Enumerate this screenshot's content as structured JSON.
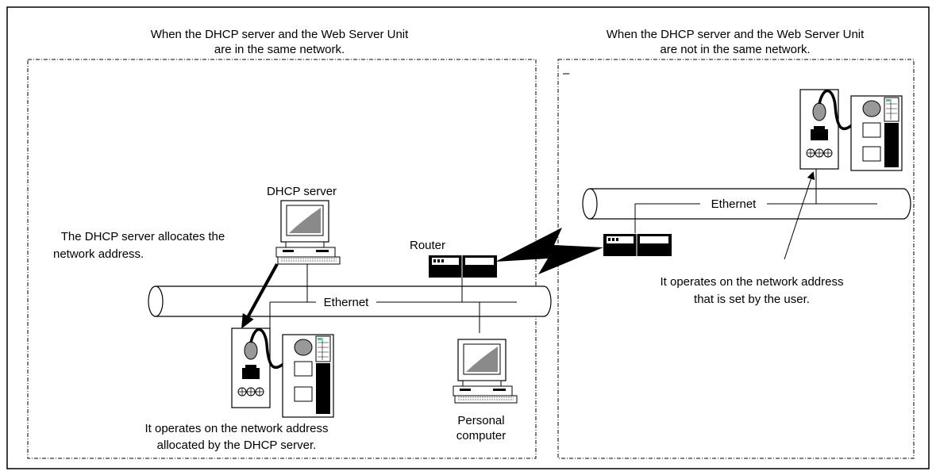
{
  "left_panel": {
    "title_line1": "When the DHCP server and the Web Server Unit",
    "title_line2": "are in the same network.",
    "dhcp_server_label": "DHCP server",
    "allocates_line1": "The DHCP server allocates the",
    "allocates_line2": "network address.",
    "ethernet_label": "Ethernet",
    "router_label": "Router",
    "operates_line1": "It operates on the network address",
    "operates_line2": "allocated by the DHCP server.",
    "pc_label_line1": "Personal",
    "pc_label_line2": "computer"
  },
  "right_panel": {
    "title_line1": "When the DHCP server and the Web Server Unit",
    "title_line2": "are not in the same network.",
    "marker": "–",
    "ethernet_label": "Ethernet",
    "operates_line1": "It operates on the network address",
    "operates_line2": "that is set by the user."
  },
  "icons": [
    "computer-icon",
    "router-icon",
    "plc-unit-icon",
    "ethernet-cable-icon",
    "wan-link-icon"
  ]
}
